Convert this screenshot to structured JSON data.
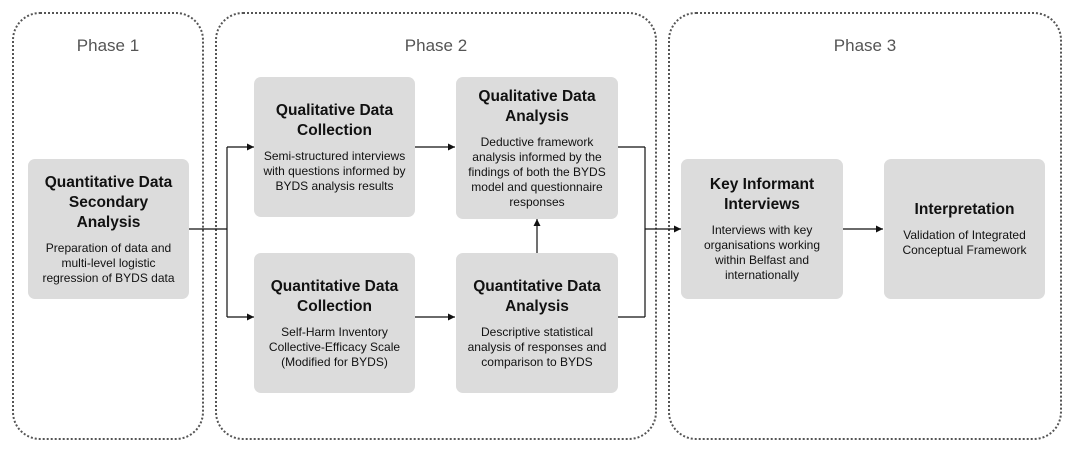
{
  "phases": [
    {
      "title": "Phase 1"
    },
    {
      "title": "Phase 2"
    },
    {
      "title": "Phase 3"
    }
  ],
  "boxes": {
    "quant_secondary": {
      "title": "Quantitative Data Secondary Analysis",
      "body": "Preparation of data and multi-level logistic regression of BYDS data"
    },
    "qual_collection": {
      "title": "Qualitative Data Collection",
      "body": "Semi-structured interviews with questions informed by BYDS analysis results"
    },
    "qual_analysis": {
      "title": "Qualitative Data Analysis",
      "body": "Deductive framework analysis informed by the findings of both the BYDS model and questionnaire responses"
    },
    "quant_collection": {
      "title": "Quantitative Data Collection",
      "body": "Self-Harm Inventory",
      "body2": "Collective-Efficacy Scale (Modified for BYDS)"
    },
    "quant_analysis": {
      "title": "Quantitative Data Analysis",
      "body": "Descriptive statistical analysis of responses and comparison to BYDS"
    },
    "key_informant": {
      "title": "Key Informant Interviews",
      "body": "Interviews with key organisations working within Belfast and internationally"
    },
    "interpretation": {
      "title": "Interpretation",
      "body": "Validation of Integrated Conceptual Framework"
    }
  }
}
